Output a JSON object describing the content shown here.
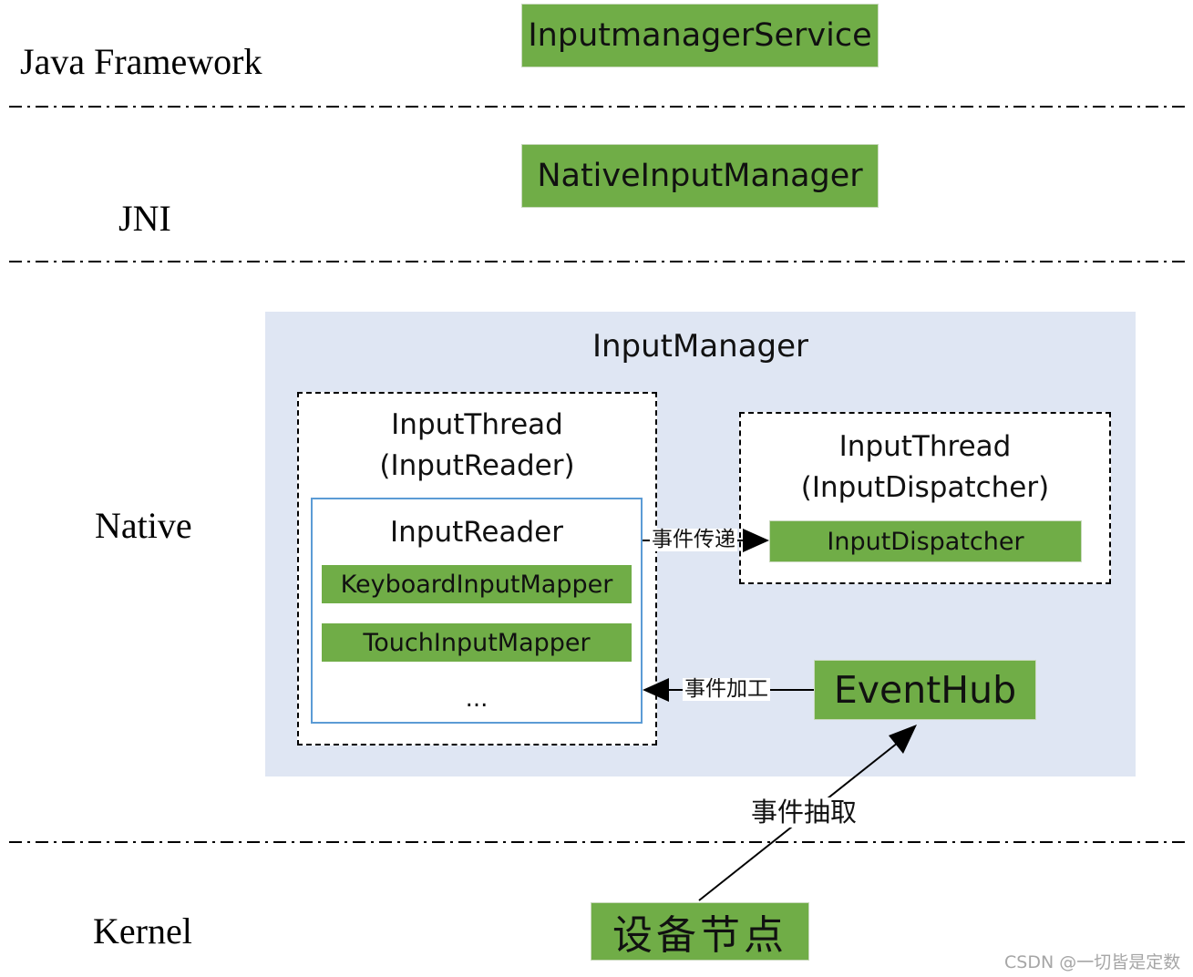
{
  "layers": {
    "java_framework": "Java Framework",
    "jni": "JNI",
    "native": "Native",
    "kernel": "Kernel"
  },
  "boxes": {
    "input_manager_service": "InputmanagerService",
    "native_input_manager": "NativeInputManager",
    "input_manager": "InputManager",
    "reader_thread_line1": "InputThread",
    "reader_thread_line2": "(InputReader)",
    "input_reader": "InputReader",
    "keyboard_mapper": "KeyboardInputMapper",
    "touch_mapper": "TouchInputMapper",
    "ellipsis": "...",
    "dispatcher_thread_line1": "InputThread",
    "dispatcher_thread_line2": "(InputDispatcher)",
    "input_dispatcher": "InputDispatcher",
    "event_hub": "EventHub",
    "device_node": "设备节点"
  },
  "arrows": {
    "event_transfer": "事件传递",
    "event_processing": "事件加工",
    "event_extraction": "事件抽取"
  },
  "watermark": "CSDN @一切皆是定数",
  "colors": {
    "green_box": "#70ad47",
    "native_panel": "#dfe6f3",
    "input_reader_border": "#5b9bd5"
  }
}
